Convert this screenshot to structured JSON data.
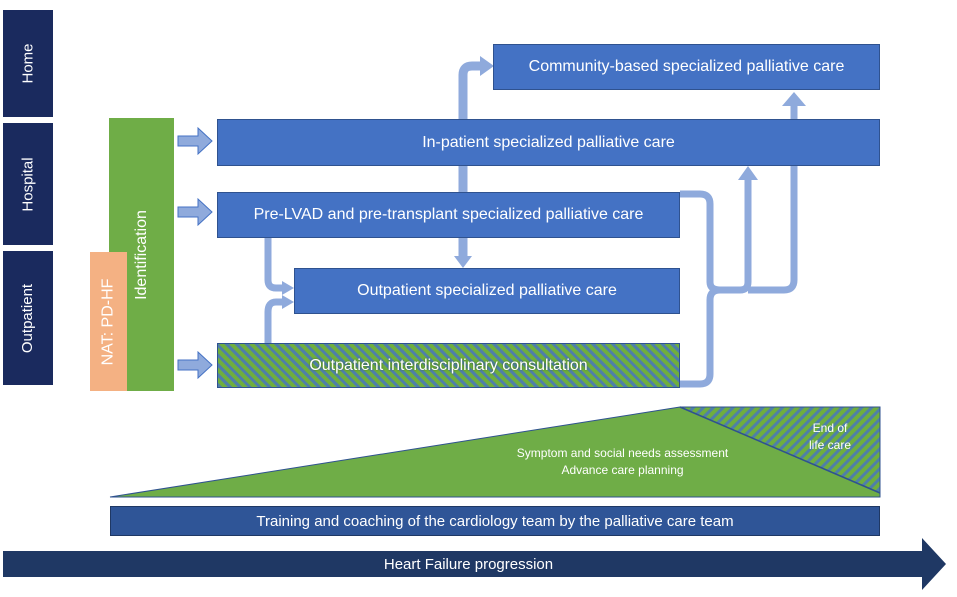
{
  "settings": [
    "Home",
    "Hospital",
    "Outpatient"
  ],
  "identification": "Identification",
  "nat": "NAT: PD-HF",
  "boxes": {
    "community": "Community-based specialized palliative care",
    "inpatient": "In-patient specialized palliative care",
    "prelvad": "Pre-LVAD and pre-transplant specialized palliative care",
    "outpatient_sp": "Outpatient specialized palliative care",
    "consultation": "Outpatient interdisciplinary consultation"
  },
  "wedge": {
    "line1": "Symptom  and social needs assessment",
    "line2": "Advance care planning",
    "end_line1": "End of",
    "end_line2": "life care"
  },
  "training": "Training and coaching of the cardiology team by the palliative care team",
  "progression": "Heart Failure progression",
  "colors": {
    "navy": "#1a2a5e",
    "box_blue": "#4472c4",
    "arrow_blue": "#8faadc",
    "green": "#6fad47",
    "peach": "#f4b183",
    "bar_blue": "#2f5597"
  }
}
